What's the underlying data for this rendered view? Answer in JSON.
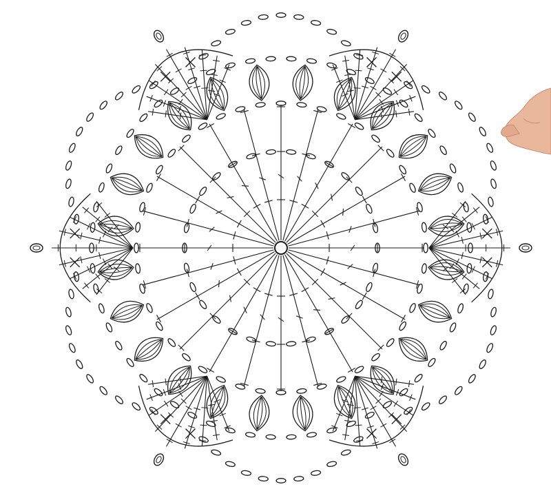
{
  "diagram": {
    "kind": "crochet-chart",
    "center_ring": true,
    "round1_spokes": 24,
    "round2_chain_ring": true,
    "round3_chain_ring": true,
    "puff_clusters": 24,
    "fan_shells": 6,
    "fan_stitches_per_shell": 9,
    "picots": 6,
    "outer_chain_arches": 6
  },
  "decorations": {
    "hand": "hand-photo-pointer"
  },
  "colors": {
    "background": "#ffffff",
    "ink": "#1a1a1a",
    "skin": "#e9b79b",
    "skin_shade": "#c98c72"
  }
}
